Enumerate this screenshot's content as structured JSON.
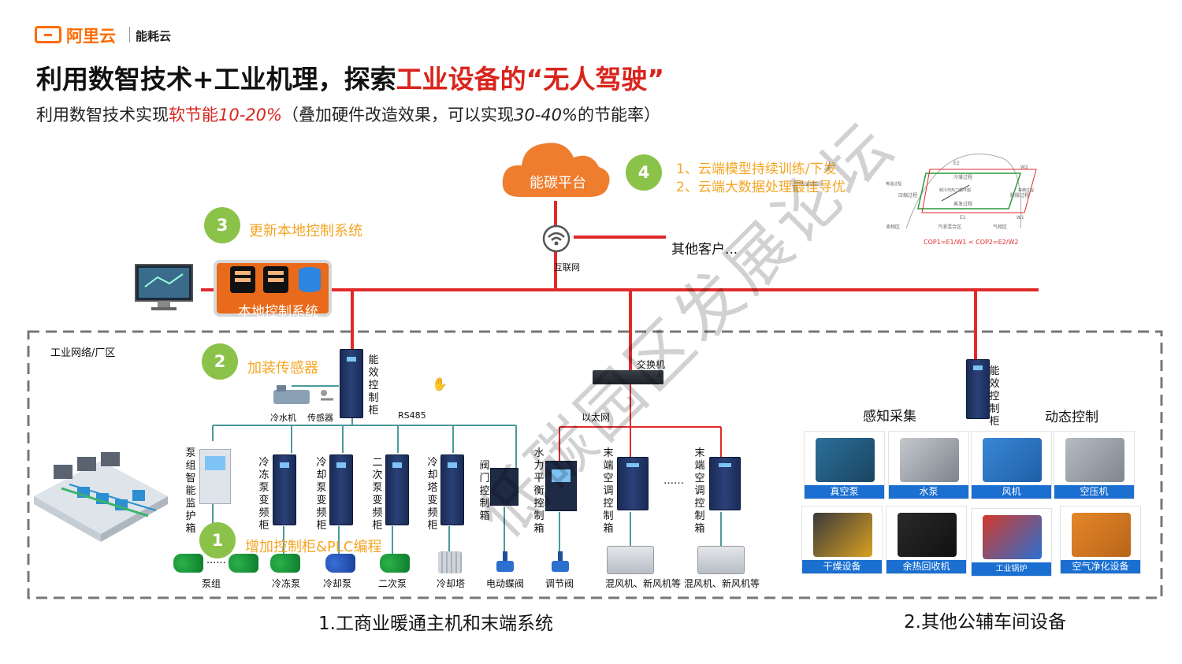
{
  "logo": {
    "brand": "阿里云",
    "sub": "能耗云"
  },
  "title": {
    "part1": "利用数智技术+工业机理，探索",
    "highlight": "工业设备的“无人驾驶”"
  },
  "subtitle": {
    "part1": "利用数智技术实现",
    "highlight": "软节能",
    "highlight_num": "10-20%",
    "part2": "（叠加硬件改造效果，可以实现",
    "num2": "30-40%",
    "part3": "的节能率）"
  },
  "cloud": {
    "label": "能碳平台"
  },
  "step4": {
    "num": "4",
    "line1": "1、云端模型持续训练/下发",
    "line2": "2、云端大数据处理最佳寻优"
  },
  "step3": {
    "num": "3",
    "label": "更新本地控制系统"
  },
  "step2": {
    "num": "2",
    "label": "加装传感器"
  },
  "step1": {
    "num": "1",
    "label": "增加控制柜&PLC编程"
  },
  "internet": {
    "label": "互联网",
    "other": "其他客户..."
  },
  "local_system": {
    "label": "本地控制系统"
  },
  "zone_label": "工业网络/厂区",
  "energy_cabinet_label": "能效控制柜",
  "chiller_label": "冷水机",
  "sensor_label": "传感器",
  "rs485": "RS485",
  "switch_label": "交换机",
  "ethernet_label": "以太网",
  "cabinets": [
    {
      "label": "泵组智能监护箱"
    },
    {
      "label": "冷冻泵变频柜"
    },
    {
      "label": "冷却泵变频柜"
    },
    {
      "label": "二次泵变频柜"
    },
    {
      "label": "冷却塔变频柜"
    },
    {
      "label": "阀门控制箱"
    },
    {
      "label": "水力平衡控制箱"
    },
    {
      "label": "末端空调控制箱"
    },
    {
      "label": "末端空调控制箱"
    }
  ],
  "devices": [
    "泵组",
    "冷冻泵",
    "冷却泵",
    "二次泵",
    "冷却塔",
    "电动蝶阀",
    "调节阀",
    "混风机、新风机等",
    "混风机、新风机等"
  ],
  "ellipsis": "……",
  "right_group": {
    "cabinet_label": "能效控制柜",
    "sense_title": "感知采集",
    "control_title": "动态控制",
    "tiles": [
      "真空泵",
      "水泵",
      "风机",
      "空压机",
      "干燥设备",
      "余热回收机",
      "工业锅炉",
      "空气净化设备"
    ]
  },
  "cop": {
    "formula": "COP1=E1/W1 < COP2=E2/W2",
    "e1": "E1",
    "e2": "E2",
    "w1": "W1",
    "w2": "W2",
    "pt1": "冷凝过程",
    "pt2": "压缩过程",
    "pt3": "膨胀过程",
    "pt4": "蒸发过程",
    "pt5": "液相区",
    "pt6": "汽液混合区",
    "pt7": "气相区",
    "pt8": "制冷剂热力循环图",
    "pt9": "等熵过程",
    "pt10": "等温过程"
  },
  "captions": {
    "left": "1.工商业暖通主机和末端系统",
    "right": "2.其他公辅车间设备"
  },
  "watermark": "低碳园区发展论坛",
  "colors": {
    "accent_red": "#d9241c",
    "line_red": "#e02a2a",
    "orange": "#f5a623",
    "green": "#8bc34a",
    "brand": "#ff6a00",
    "teal": "#4a9a9a",
    "tile_blue": "#1a6fd1"
  }
}
